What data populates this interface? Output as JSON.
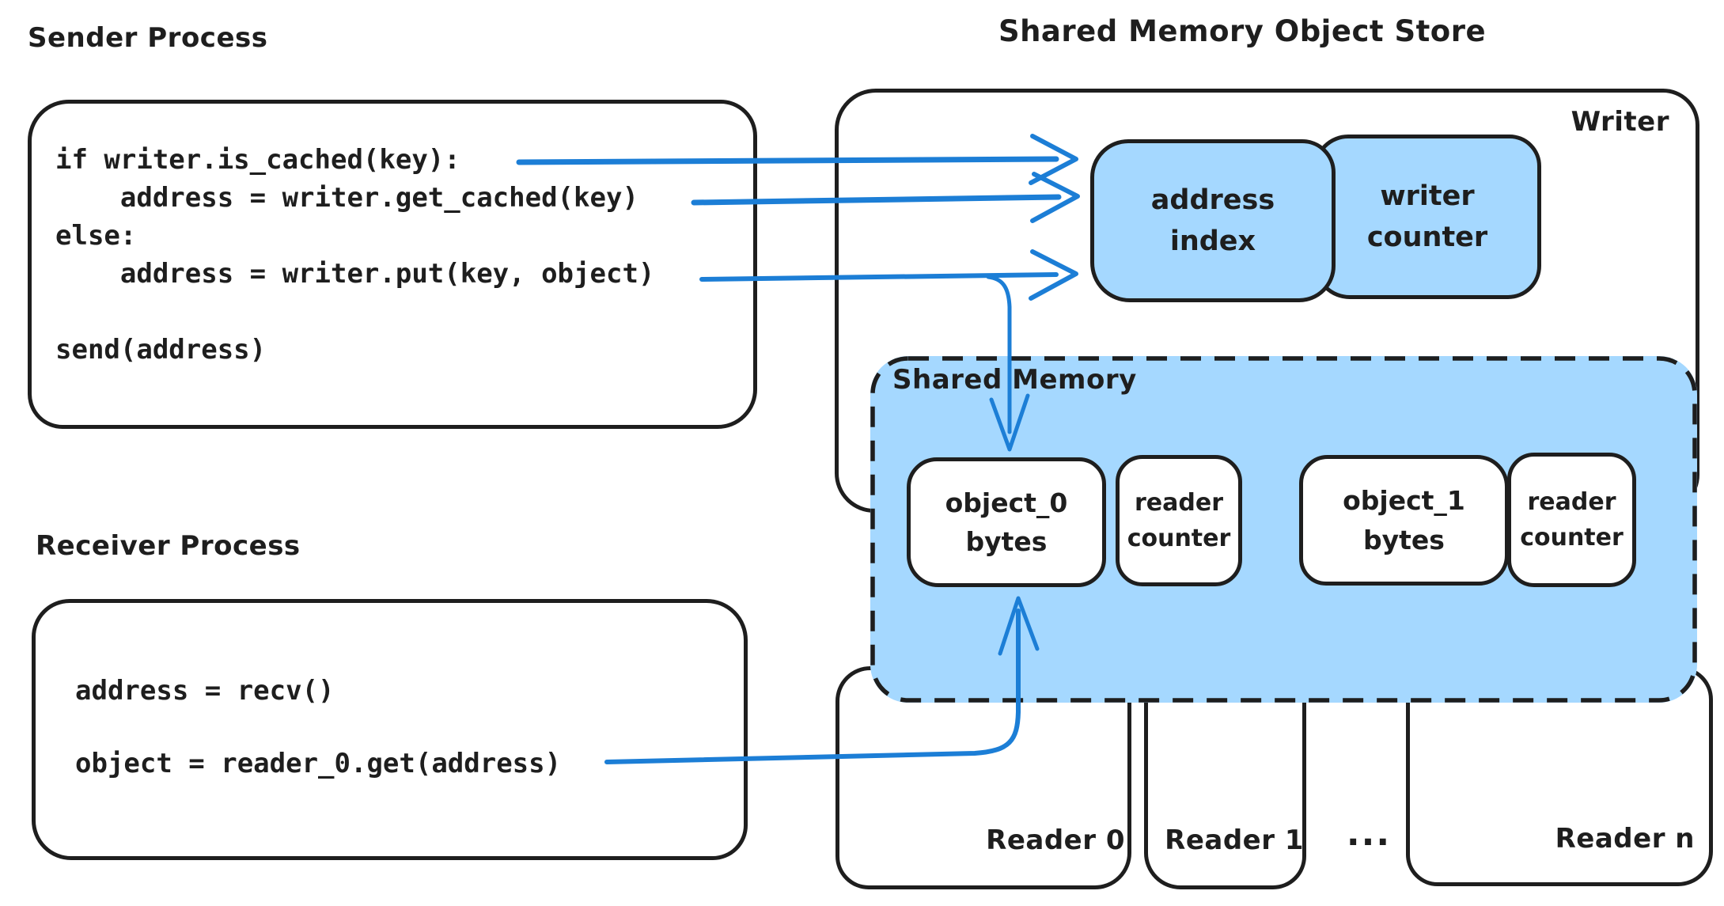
{
  "colors": {
    "fill_blue": "#a5d8ff",
    "arrow_blue": "#1c7ed6",
    "ink": "#1e1e1e",
    "box_bg": "#ffffff"
  },
  "labels": {
    "sender_process": "Sender Process",
    "receiver_process": "Receiver Process",
    "store_title": "Shared Memory Object Store",
    "writer": "Writer",
    "shared_memory": "Shared Memory",
    "reader_0": "Reader 0",
    "reader_1": "Reader 1",
    "reader_ellipsis": "...",
    "reader_n": "Reader n"
  },
  "sender_code": "if writer.is_cached(key):\n    address = writer.get_cached(key)\nelse:\n    address = writer.put(key, object)\n\nsend(address)",
  "receiver_code": "address = recv()\n\nobject = reader_0.get(address)",
  "boxes": {
    "address_index": "address\nindex",
    "writer_counter": "writer\ncounter",
    "object_0": "object_0\nbytes",
    "reader_counter_0": "reader\ncounter",
    "object_1": "object_1\nbytes",
    "reader_counter_1": "reader\ncounter"
  }
}
